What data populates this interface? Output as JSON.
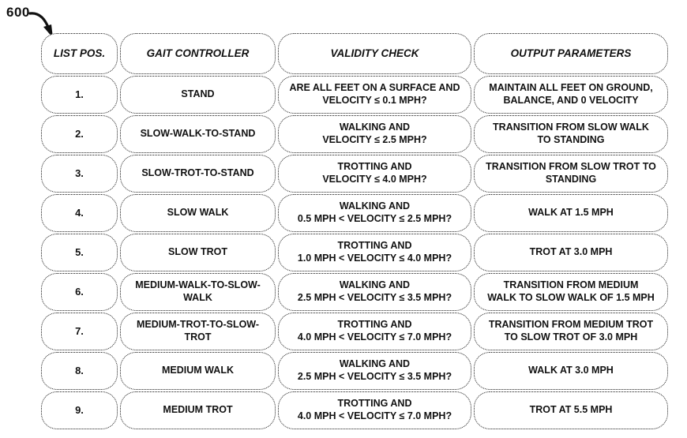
{
  "figure_label": "600",
  "colors": {
    "background": "#ffffff",
    "border": "#1c1c1c",
    "text": "#111111"
  },
  "table": {
    "headers": [
      "LIST POS.",
      "GAIT CONTROLLER",
      "VALIDITY CHECK",
      "OUTPUT PARAMETERS"
    ],
    "rows": [
      {
        "pos": "1.",
        "controller": "STAND",
        "check": "ARE ALL FEET ON A SURFACE AND\nVELOCITY ≤ 0.1 MPH?",
        "output": "MAINTAIN ALL FEET ON GROUND,\nBALANCE, AND 0 VELOCITY"
      },
      {
        "pos": "2.",
        "controller": "SLOW-WALK-TO-STAND",
        "check": "WALKING AND\nVELOCITY ≤ 2.5 MPH?",
        "output": "TRANSITION FROM SLOW WALK\nTO STANDING"
      },
      {
        "pos": "3.",
        "controller": "SLOW-TROT-TO-STAND",
        "check": "TROTTING AND\nVELOCITY ≤ 4.0 MPH?",
        "output": "TRANSITION FROM SLOW TROT TO\nSTANDING"
      },
      {
        "pos": "4.",
        "controller": "SLOW WALK",
        "check": "WALKING AND\n0.5 MPH < VELOCITY ≤ 2.5 MPH?",
        "output": "WALK AT 1.5 MPH"
      },
      {
        "pos": "5.",
        "controller": "SLOW TROT",
        "check": "TROTTING AND\n1.0 MPH < VELOCITY ≤ 4.0 MPH?",
        "output": "TROT AT 3.0 MPH"
      },
      {
        "pos": "6.",
        "controller": "MEDIUM-WALK-TO-SLOW-\nWALK",
        "check": "WALKING AND\n2.5 MPH < VELOCITY ≤ 3.5 MPH?",
        "output": "TRANSITION FROM MEDIUM\nWALK TO SLOW WALK OF 1.5 MPH"
      },
      {
        "pos": "7.",
        "controller": "MEDIUM-TROT-TO-SLOW-\nTROT",
        "check": "TROTTING AND\n4.0 MPH < VELOCITY ≤ 7.0 MPH?",
        "output": "TRANSITION FROM MEDIUM TROT\nTO SLOW TROT OF 3.0 MPH"
      },
      {
        "pos": "8.",
        "controller": "MEDIUM WALK",
        "check": "WALKING AND\n2.5 MPH < VELOCITY ≤ 3.5 MPH?",
        "output": "WALK AT 3.0 MPH"
      },
      {
        "pos": "9.",
        "controller": "MEDIUM TROT",
        "check": "TROTTING AND\n4.0 MPH < VELOCITY ≤ 7.0 MPH?",
        "output": "TROT AT 5.5 MPH"
      }
    ]
  }
}
